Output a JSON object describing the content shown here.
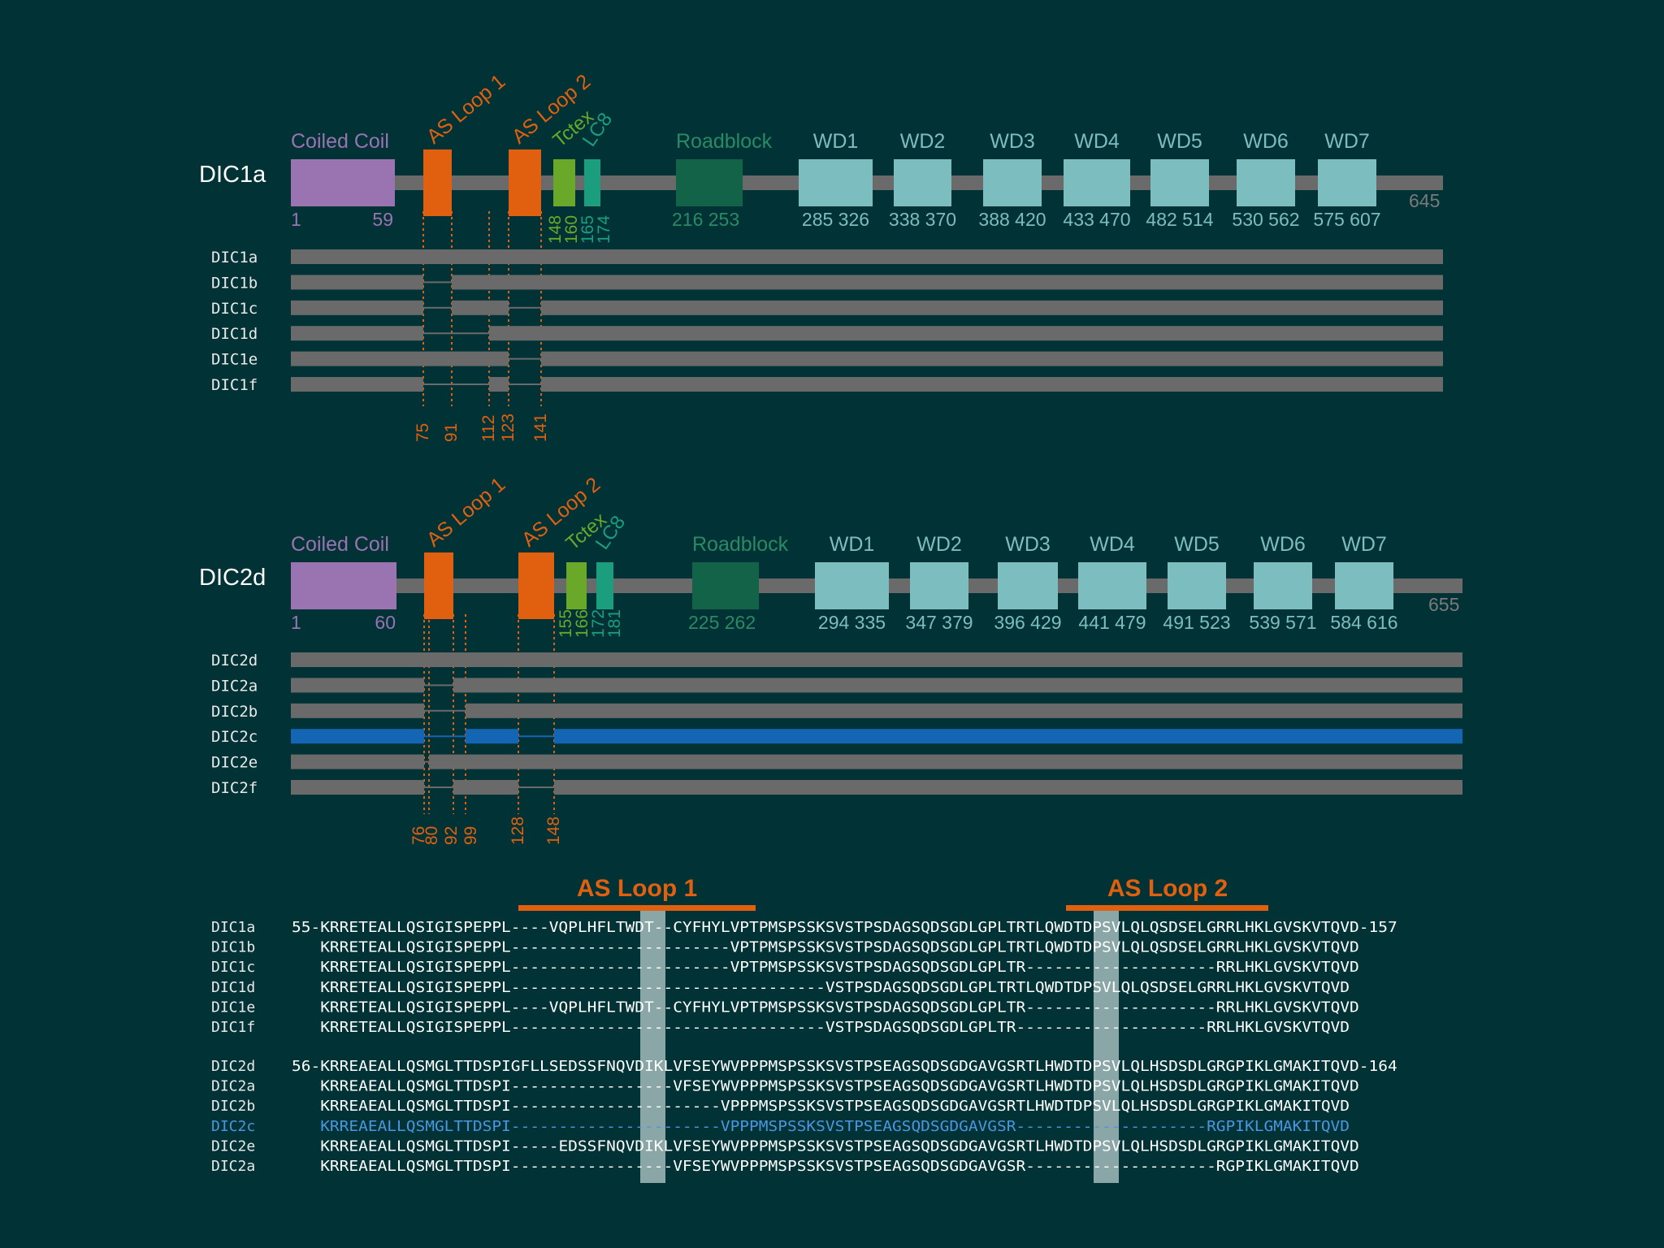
{
  "colors": {
    "background": "#013336",
    "bar": "#6a6a6a",
    "coiled_coil": "#9a73b1",
    "as_loop": "#e06010",
    "tctex": "#6aa82a",
    "lc8": "#1a9e7e",
    "roadblock": "#136348",
    "roadblock_text": "#2a8a64",
    "wd": "#7cbdbf",
    "highlight_isoform": "#1565b5",
    "highlight_text": "#4a96e0",
    "row_label": "#e8e8e8",
    "length_text": "#7a7a7a"
  },
  "panel1": {
    "protein_label": "DIC1a",
    "length_label": "645",
    "domains": {
      "coiled_coil": {
        "name": "Coiled Coil",
        "start": "1",
        "end": "59"
      },
      "as_loop_1": {
        "name": "AS Loop 1"
      },
      "as_loop_2": {
        "name": "AS Loop 2"
      },
      "tctex": {
        "name": "Tctex",
        "start": "148",
        "end": "160"
      },
      "lc8": {
        "name": "LC8",
        "start": "165",
        "end": "174"
      },
      "roadblock": {
        "name": "Roadblock",
        "start": "216",
        "end": "253"
      },
      "wd": [
        {
          "name": "WD1",
          "start": "285",
          "end": "326"
        },
        {
          "name": "WD2",
          "start": "338",
          "end": "370"
        },
        {
          "name": "WD3",
          "start": "388",
          "end": "420"
        },
        {
          "name": "WD4",
          "start": "433",
          "end": "470"
        },
        {
          "name": "WD5",
          "start": "482",
          "end": "514"
        },
        {
          "name": "WD6",
          "start": "530",
          "end": "562"
        },
        {
          "name": "WD7",
          "start": "575",
          "end": "607"
        }
      ]
    },
    "isoforms": [
      "DIC1a",
      "DIC1b",
      "DIC1c",
      "DIC1d",
      "DIC1e",
      "DIC1f"
    ],
    "breakpoints": [
      "75",
      "91",
      "112",
      "123",
      "141"
    ]
  },
  "panel2": {
    "protein_label": "DIC2d",
    "length_label": "655",
    "domains": {
      "coiled_coil": {
        "name": "Coiled Coil",
        "start": "1",
        "end": "60"
      },
      "as_loop_1": {
        "name": "AS Loop 1"
      },
      "as_loop_2": {
        "name": "AS Loop 2"
      },
      "tctex": {
        "name": "Tctex",
        "start": "155",
        "end": "166"
      },
      "lc8": {
        "name": "LC8",
        "start": "172",
        "end": "181"
      },
      "roadblock": {
        "name": "Roadblock",
        "start": "225",
        "end": "262"
      },
      "wd": [
        {
          "name": "WD1",
          "start": "294",
          "end": "335"
        },
        {
          "name": "WD2",
          "start": "347",
          "end": "379"
        },
        {
          "name": "WD3",
          "start": "396",
          "end": "429"
        },
        {
          "name": "WD4",
          "start": "441",
          "end": "479"
        },
        {
          "name": "WD5",
          "start": "491",
          "end": "523"
        },
        {
          "name": "WD6",
          "start": "539",
          "end": "571"
        },
        {
          "name": "WD7",
          "start": "584",
          "end": "616"
        }
      ]
    },
    "isoforms": [
      "DIC2d",
      "DIC2a",
      "DIC2b",
      "DIC2c",
      "DIC2e",
      "DIC2f"
    ],
    "breakpoints": [
      "76",
      "80",
      "92",
      "99",
      "128",
      "148"
    ]
  },
  "alignment": {
    "loop1_label": "AS Loop 1",
    "loop2_label": "AS Loop 2",
    "group1": [
      {
        "name": "DIC1a",
        "seq": "55-KRRETEALLQSIGISPEPPL----VQPLHFLTWDT--CYFHYLVPTPMSPSSKSVSTPSDAGSQDSGDLGPLTRTLQWDTDPSVLQLQSDSELGRRLHKLGVSKVTQVD-157"
      },
      {
        "name": "DIC1b",
        "seq": "   KRRETEALLQSIGISPEPPL-----------------------VPTPMSPSSKSVSTPSDAGSQDSGDLGPLTRTLQWDTDPSVLQLQSDSELGRRLHKLGVSKVTQVD"
      },
      {
        "name": "DIC1c",
        "seq": "   KRRETEALLQSIGISPEPPL-----------------------VPTPMSPSSKSVSTPSDAGSQDSGDLGPLTR--------------------RRLHKLGVSKVTQVD"
      },
      {
        "name": "DIC1d",
        "seq": "   KRRETEALLQSIGISPEPPL---------------------------------VSTPSDAGSQDSGDLGPLTRTLQWDTDPSVLQLQSDSELGRRLHKLGVSKVTQVD"
      },
      {
        "name": "DIC1e",
        "seq": "   KRRETEALLQSIGISPEPPL----VQPLHFLTWDT--CYFHYLVPTPMSPSSKSVSTPSDAGSQDSGDLGPLTR--------------------RRLHKLGVSKVTQVD"
      },
      {
        "name": "DIC1f",
        "seq": "   KRRETEALLQSIGISPEPPL---------------------------------VSTPSDAGSQDSGDLGPLTR--------------------RRLHKLGVSKVTQVD"
      }
    ],
    "group2": [
      {
        "name": "DIC2d",
        "seq": "56-KRREAEALLQSMGLTTDSPIGFLLSEDSSFNQVDIKLVFSEYWVPPPMSPSSKSVSTPSEAGSQDSGDGAVGSRTLHWDTDPSVLQLHSDSDLGRGPIKLGMAKITQVD-164"
      },
      {
        "name": "DIC2a",
        "seq": "   KRREAEALLQSMGLTTDSPI-----------------VFSEYWVPPPMSPSSKSVSTPSEAGSQDSGDGAVGSRTLHWDTDPSVLQLHSDSDLGRGPIKLGMAKITQVD"
      },
      {
        "name": "DIC2b",
        "seq": "   KRREAEALLQSMGLTTDSPI----------------------VPPPMSPSSKSVSTPSEAGSQDSGDGAVGSRTLHWDTDPSVLQLHSDSDLGRGPIKLGMAKITQVD"
      },
      {
        "name": "DIC2c",
        "seq": "   KRREAEALLQSMGLTTDSPI----------------------VPPPMSPSSKSVSTPSEAGSQDSGDGAVGSR--------------------RGPIKLGMAKITQVD"
      },
      {
        "name": "DIC2e",
        "seq": "   KRREAEALLQSMGLTTDSPI-----EDSSFNQVDIKLVFSEYWVPPPMSPSSKSVSTPSEAGSQDSGDGAVGSRTLHWDTDPSVLQLHSDSDLGRGPIKLGMAKITQVD"
      },
      {
        "name": "DIC2a",
        "seq": "   KRREAEALLQSMGLTTDSPI-----------------VFSEYWVPPPMSPSSKSVSTPSEAGSQDSGDGAVGSR--------------------RGPIKLGMAKITQVD"
      }
    ]
  }
}
